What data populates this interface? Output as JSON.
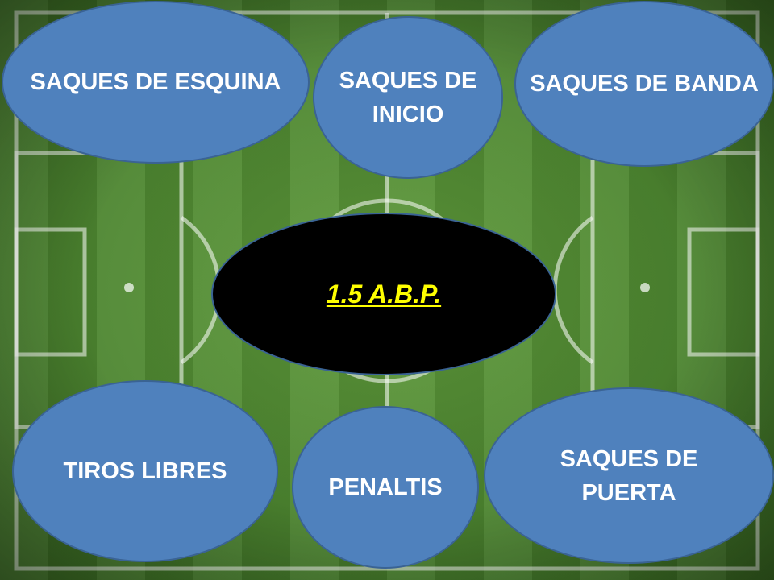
{
  "center_topic": "1.5 A.B.P.",
  "topics": {
    "corner_kicks": "SAQUES DE ESQUINA",
    "kick_offs": "SAQUES DE INICIO",
    "throw_ins": "SAQUES DE BANDA",
    "free_kicks": "TIROS LIBRES",
    "penalties": "PENALTIS",
    "goal_kicks": "SAQUES DE PUERTA"
  },
  "colors": {
    "bubble_fill": "#4f81bd",
    "bubble_border": "#3a6394",
    "center_fill": "#000000",
    "center_text": "#ffff00",
    "topic_text": "#ffffff",
    "pitch_green": "#4d8630"
  },
  "background": "football pitch"
}
